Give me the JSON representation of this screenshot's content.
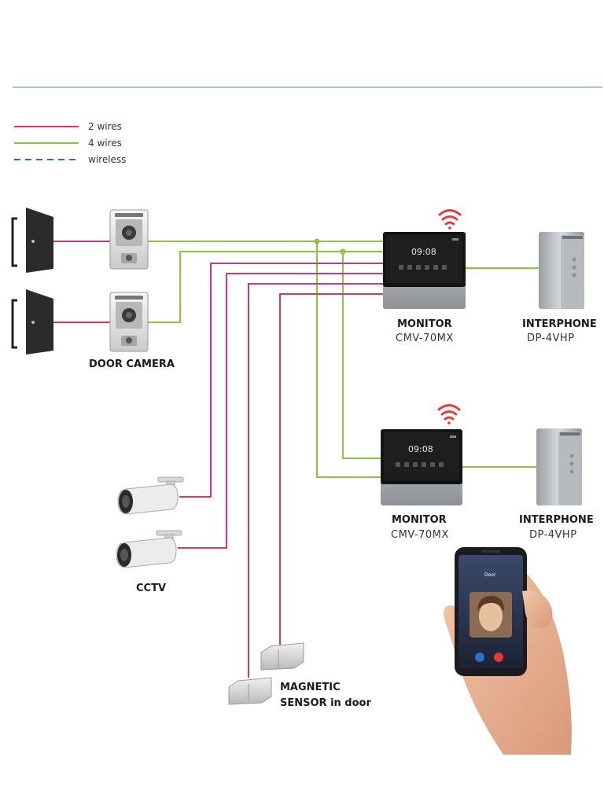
{
  "legend": [
    {
      "label": "2 wires",
      "color": "#d6337a",
      "style": "solid"
    },
    {
      "label": "4 wires",
      "color": "#8cc63f",
      "style": "solid"
    },
    {
      "label": "wireless",
      "color": "#2a6ebb",
      "style": "dashed"
    }
  ],
  "colors": {
    "header_rule": "#6fa1cf",
    "two_wire": "#d6337a",
    "four_wire": "#8cc63f",
    "wifi": "#e53935"
  },
  "labels": {
    "door_camera": "DOOR CAMERA",
    "monitor_1_title": "MONITOR",
    "monitor_1_model": "CMV-70MX",
    "interphone_1_title": "INTERPHONE",
    "interphone_1_model": "DP-4VHP",
    "monitor_2_title": "MONITOR",
    "monitor_2_model": "CMV-70MX",
    "interphone_2_title": "INTERPHONE",
    "interphone_2_model": "DP-4VHP",
    "cctv": "CCTV",
    "sensor_line1": "MAGNETIC",
    "sensor_line2": "SENSOR in door"
  },
  "screens": {
    "monitor_1_time": "09:08",
    "monitor_2_time": "09:08",
    "phone_caller": "Door"
  },
  "icons": [
    "door-icon",
    "door-camera-icon",
    "monitor-icon",
    "interphone-icon",
    "cctv-camera-icon",
    "magnetic-sensor-icon",
    "wifi-icon",
    "smartphone-icon",
    "hand-icon"
  ]
}
